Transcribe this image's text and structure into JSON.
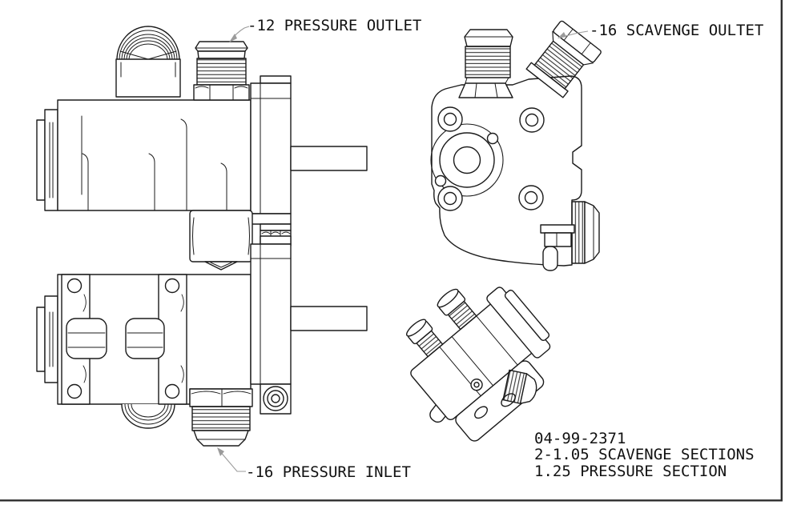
{
  "drawing": {
    "labels": {
      "pressure_outlet": "-12 PRESSURE OUTLET",
      "scavenge_outlet": "-16 SCAVENGE OULTET",
      "pressure_inlet": "-16 PRESSURE INLET"
    },
    "title_block": {
      "part_number": "04-99-2371",
      "line2": "2-1.05 SCAVENGE SECTIONS",
      "line3": "1.25 PRESSURE SECTION"
    },
    "colors": {
      "line": "#1b1b1b",
      "leader": "#9b9b9b",
      "border": "#2e2e2e",
      "text": "#111111",
      "background": "#ffffff"
    }
  }
}
